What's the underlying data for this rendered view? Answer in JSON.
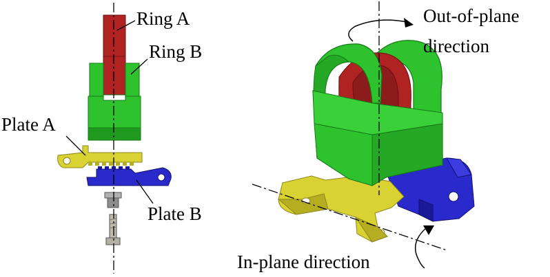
{
  "labels": {
    "ring_a": "Ring A",
    "ring_b": "Ring B",
    "plate_a": "Plate A",
    "plate_b": "Plate B",
    "out_of_plane_line1": "Out-of-plane",
    "out_of_plane_line2": "direction",
    "in_plane": "In-plane direction"
  },
  "colors": {
    "ring_a": "#b02323",
    "ring_b": "#2fc22f",
    "ring_b_dark": "#1f9a1f",
    "plate_a": "#d9d233",
    "plate_a_dark": "#b5ad22",
    "plate_b": "#2a2acc",
    "plate_b_dark": "#1a1a99",
    "screw": "#a8a8a8",
    "axis_line": "#000000"
  }
}
